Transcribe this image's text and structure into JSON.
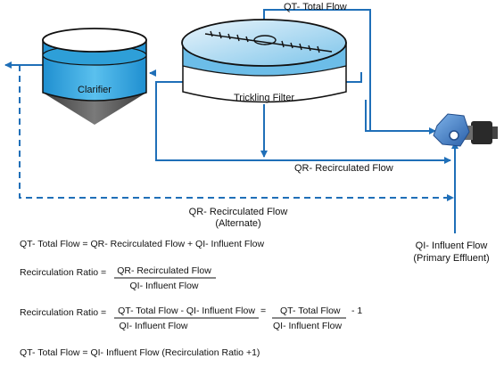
{
  "colors": {
    "flow_line": "#1f6fb8",
    "tank_blue": "#2e9fd8",
    "tank_light": "#d7ebf7",
    "cone_gray": "#585858",
    "pump_blue": "#3f7cc4"
  },
  "diagram": {
    "qt_top_label": "QT- Total Flow",
    "clarifier_label": "Clarifier",
    "trickling_filter_label": "Trickling Filter",
    "qr_recirculated_label": "QR- Recirculated Flow",
    "qr_alternate_line1": "QR- Recirculated Flow",
    "qr_alternate_line2": "(Alternate)",
    "qi_influent_line1": "QI- Influent Flow",
    "qi_influent_line2": "(Primary Effluent)"
  },
  "equations": {
    "eq1": "QT- Total Flow = QR- Recirculated Flow + QI- Influent Flow",
    "eq2_prefix": "Recirculation Ratio =",
    "eq2_numerator": "QR- Recirculated Flow",
    "eq2_denominator": "QI- Influent Flow",
    "eq3_prefix": "Recirculation Ratio =",
    "eq3_numerator": "QT- Total Flow - QI- Influent Flow",
    "eq3_denominator": "QI- Influent Flow",
    "eq3_equals": "=",
    "eq3_right_numerator": "QT- Total Flow",
    "eq3_minus_one": "- 1",
    "eq3_right_denominator": "QI- Influent Flow",
    "eq4": "QT- Total Flow = QI- Influent Flow (Recirculation Ratio +1)"
  }
}
